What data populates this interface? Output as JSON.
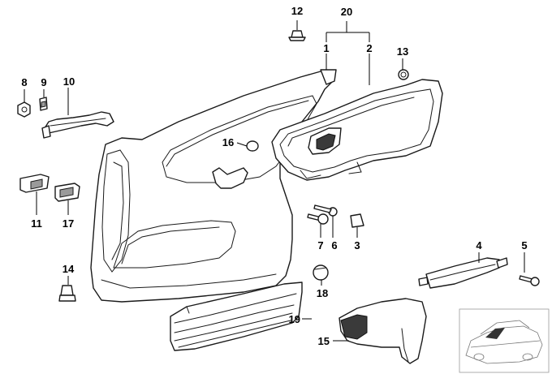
{
  "diagram": {
    "callouts": [
      {
        "id": "c12",
        "text": "12"
      },
      {
        "id": "c20",
        "text": "20"
      },
      {
        "id": "c1",
        "text": "1"
      },
      {
        "id": "c2",
        "text": "2"
      },
      {
        "id": "c13",
        "text": "13"
      },
      {
        "id": "c8",
        "text": "8"
      },
      {
        "id": "c9",
        "text": "9"
      },
      {
        "id": "c10",
        "text": "10"
      },
      {
        "id": "c16",
        "text": "16"
      },
      {
        "id": "c11",
        "text": "11"
      },
      {
        "id": "c17",
        "text": "17"
      },
      {
        "id": "c7",
        "text": "7"
      },
      {
        "id": "c6",
        "text": "6"
      },
      {
        "id": "c3",
        "text": "3"
      },
      {
        "id": "c4",
        "text": "4"
      },
      {
        "id": "c5",
        "text": "5"
      },
      {
        "id": "c14",
        "text": "14"
      },
      {
        "id": "c18",
        "text": "18"
      },
      {
        "id": "c19",
        "text": "19"
      },
      {
        "id": "c15",
        "text": "15"
      }
    ]
  }
}
